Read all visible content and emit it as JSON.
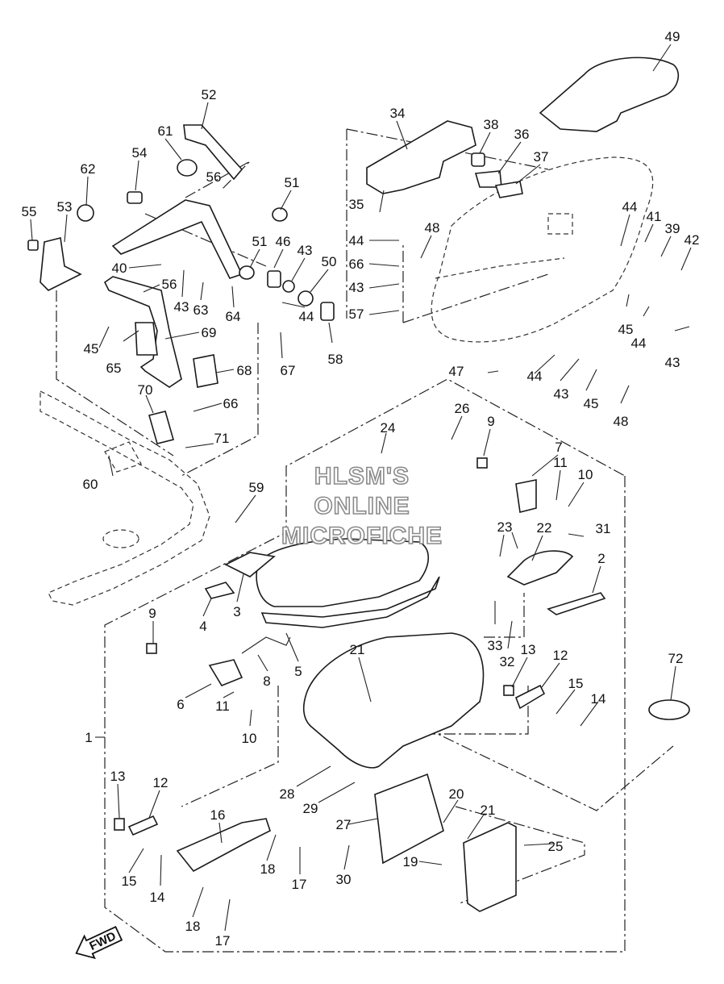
{
  "watermark": [
    "HLSM'S",
    "ONLINE",
    "MICROFICHE"
  ],
  "direction_label": "FWD",
  "callouts": [
    "49",
    "52",
    "34",
    "38",
    "36",
    "61",
    "54",
    "56",
    "51",
    "37",
    "62",
    "55",
    "53",
    "35",
    "51",
    "46",
    "43",
    "44",
    "48",
    "44",
    "41",
    "39",
    "42",
    "40",
    "56",
    "66",
    "43",
    "63",
    "64",
    "50",
    "44",
    "43",
    "44",
    "57",
    "45",
    "69",
    "65",
    "68",
    "67",
    "58",
    "45",
    "44",
    "43",
    "47",
    "44",
    "45",
    "43",
    "48",
    "70",
    "66",
    "24",
    "26",
    "9",
    "71",
    "7",
    "11",
    "10",
    "60",
    "59",
    "23",
    "31",
    "22",
    "31",
    "2",
    "4",
    "3",
    "9",
    "8",
    "5",
    "21",
    "33",
    "32",
    "13",
    "12",
    "72",
    "15",
    "14",
    "6",
    "11",
    "10",
    "1",
    "13",
    "12",
    "28",
    "29",
    "20",
    "21",
    "16",
    "27",
    "25",
    "15",
    "14",
    "18",
    "17",
    "19",
    "30",
    "18",
    "17"
  ]
}
